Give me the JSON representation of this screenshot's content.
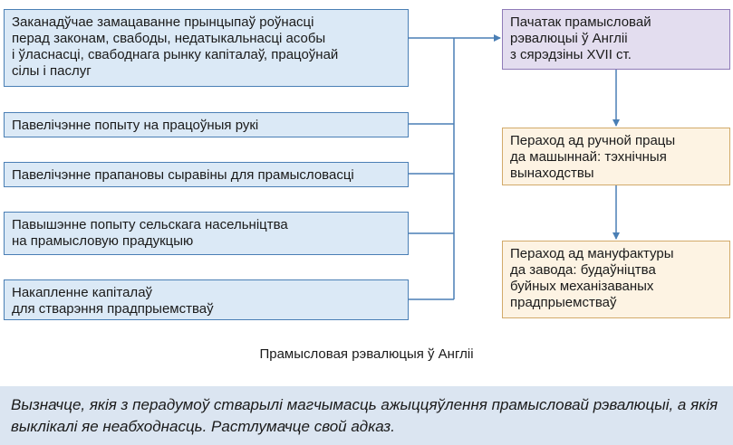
{
  "causes": [
    "Заканадўчае замацаванне прынцыпаў роўнасці\nперад законам, свабоды, недатыкальнасці асобы\nі ўласнасці, свабоднага рынку капіталаў, працоўнай\nсілы і паслуг",
    "Павелічэнне попыту на працоўныя рукі",
    "Павелічэнне прапановы сыравіны для прамысловасці",
    "Павышэнне попыту сельскага насельніцтва\nна прамысловую прадукцыю",
    "Накапленне капіталаў\nдля стварэння прадпрыемстваў"
  ],
  "start_box": "Пачатак прамысловай\nрэвалюцыі ў Англіі\nз сярэдзіны XVII ст.",
  "steps": [
    "Пераход ад ручной працы\nда машыннай: тэхнічныя\nвынаходствы",
    "Пераход ад мануфактуры\nда завода: будаўніцтва\nбуйных механізаваных\nпрадпрыемстваў"
  ],
  "caption": "Прамысловая рэвалюцыя ў Англіі",
  "question": "Вызначце, якія з перадумоў стварылі магчымасць ажыццяўлення прамысловай рэвалюцыі, а якія выклікалі яе неабходнасць. Растлумачце свой адказ.",
  "colors": {
    "cause_fill": "#dbe9f6",
    "cause_border": "#4a7fb5",
    "start_fill": "#e3ddef",
    "start_border": "#8f7bb8",
    "step_fill": "#fdf3e3",
    "step_border": "#d2aa6a",
    "question_fill": "#dbe5f1"
  }
}
